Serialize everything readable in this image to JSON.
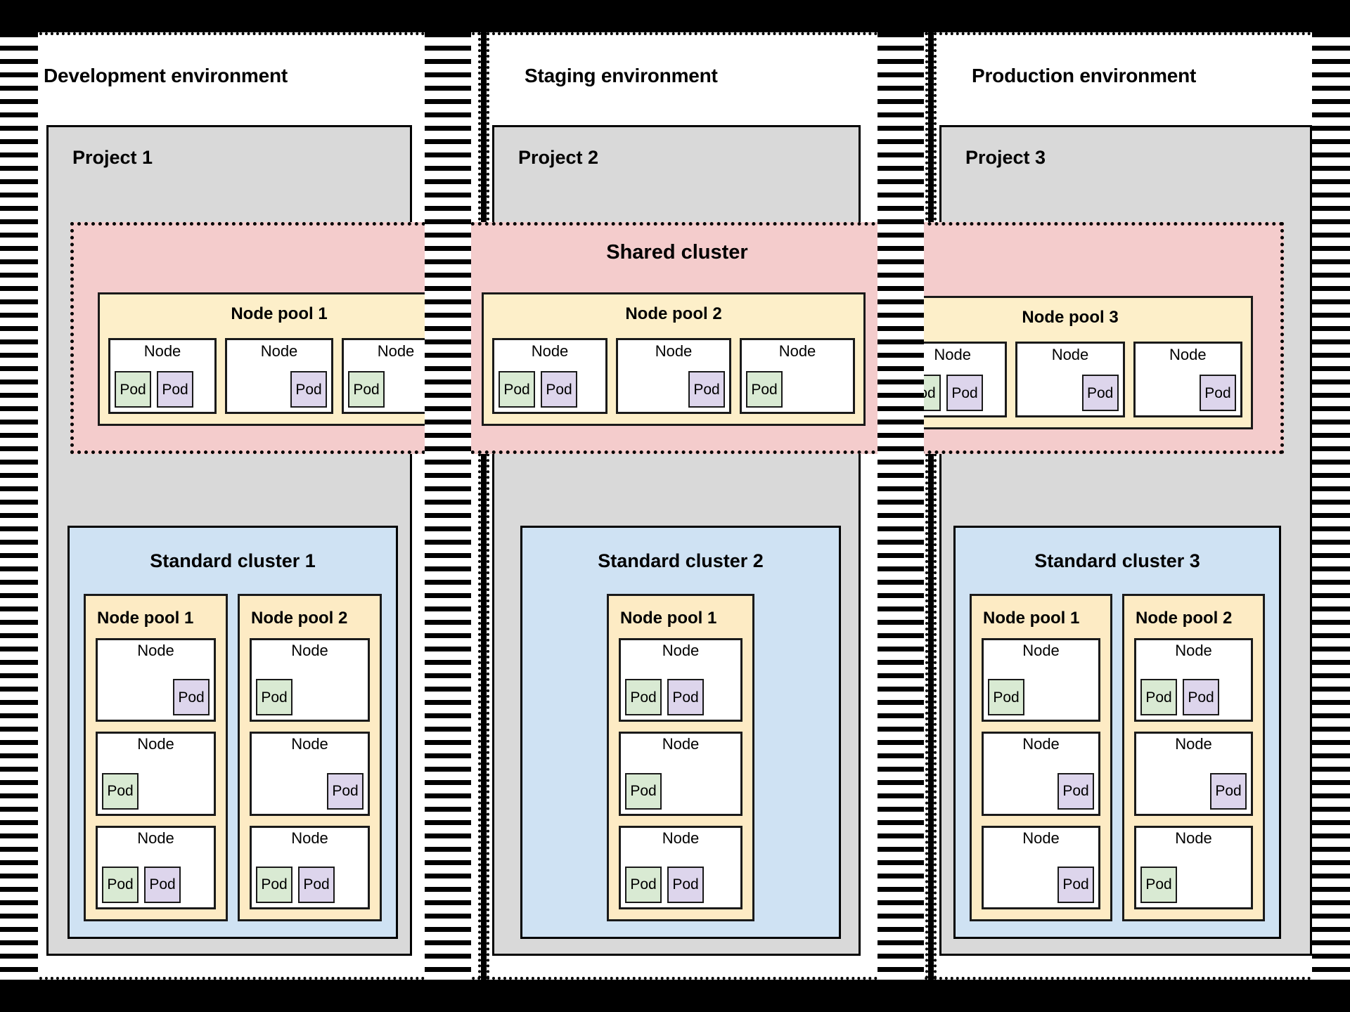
{
  "colors": {
    "background": "#000000",
    "environment_fill": "#ffffff",
    "project_fill": "#d9d9d9",
    "shared_cluster_fill": "#f4cccc",
    "standard_cluster_fill": "#cfe2f3",
    "node_pool_fill": "#fdebc4",
    "node_fill": "#ffffff",
    "pod_green": "#d9ead3",
    "pod_purple": "#ddd5ec",
    "stroke": "#000000"
  },
  "environments": [
    {
      "name": "environment-development",
      "title": "Development environment",
      "project": "Project 1"
    },
    {
      "name": "environment-staging",
      "title": "Staging environment",
      "project": "Project 2"
    },
    {
      "name": "environment-production",
      "title": "Production environment",
      "project": "Project 3"
    }
  ],
  "shared_cluster": {
    "title": "Shared cluster",
    "border_style": "dotted",
    "node_pools": [
      {
        "title": "Node pool 1",
        "nodes": [
          {
            "label": "Node",
            "align": "both",
            "pods": [
              {
                "label": "Pod",
                "color": "green"
              },
              {
                "label": "Pod",
                "color": "purple"
              }
            ]
          },
          {
            "label": "Node",
            "align": "right",
            "pods": [
              {
                "label": "Pod",
                "color": "purple"
              }
            ]
          },
          {
            "label": "Node",
            "align": "left",
            "pods": [
              {
                "label": "Pod",
                "color": "green"
              }
            ]
          }
        ]
      },
      {
        "title": "Node pool 2",
        "nodes": [
          {
            "label": "Node",
            "align": "both",
            "pods": [
              {
                "label": "Pod",
                "color": "green"
              },
              {
                "label": "Pod",
                "color": "purple"
              }
            ]
          },
          {
            "label": "Node",
            "align": "right",
            "pods": [
              {
                "label": "Pod",
                "color": "purple"
              }
            ]
          },
          {
            "label": "Node",
            "align": "left",
            "pods": [
              {
                "label": "Pod",
                "color": "green"
              }
            ]
          }
        ]
      },
      {
        "title": "Node pool 3",
        "nodes": [
          {
            "label": "Node",
            "align": "both",
            "pods": [
              {
                "label": "Pod",
                "color": "green"
              },
              {
                "label": "Pod",
                "color": "purple"
              }
            ]
          },
          {
            "label": "Node",
            "align": "right",
            "pods": [
              {
                "label": "Pod",
                "color": "purple"
              }
            ]
          },
          {
            "label": "Node",
            "align": "right",
            "pods": [
              {
                "label": "Pod",
                "color": "purple"
              }
            ]
          }
        ]
      }
    ]
  },
  "standard_clusters": [
    {
      "title": "Standard cluster 1",
      "node_pools": [
        {
          "title": "Node pool 1",
          "nodes": [
            {
              "label": "Node",
              "align": "right",
              "pods": [
                {
                  "label": "Pod",
                  "color": "purple"
                }
              ]
            },
            {
              "label": "Node",
              "align": "left",
              "pods": [
                {
                  "label": "Pod",
                  "color": "green"
                }
              ]
            },
            {
              "label": "Node",
              "align": "both",
              "pods": [
                {
                  "label": "Pod",
                  "color": "green"
                },
                {
                  "label": "Pod",
                  "color": "purple"
                }
              ]
            }
          ]
        },
        {
          "title": "Node pool 2",
          "nodes": [
            {
              "label": "Node",
              "align": "left",
              "pods": [
                {
                  "label": "Pod",
                  "color": "green"
                }
              ]
            },
            {
              "label": "Node",
              "align": "right",
              "pods": [
                {
                  "label": "Pod",
                  "color": "purple"
                }
              ]
            },
            {
              "label": "Node",
              "align": "both",
              "pods": [
                {
                  "label": "Pod",
                  "color": "green"
                },
                {
                  "label": "Pod",
                  "color": "purple"
                }
              ]
            }
          ]
        }
      ]
    },
    {
      "title": "Standard cluster 2",
      "node_pools": [
        {
          "title": "Node pool 1",
          "nodes": [
            {
              "label": "Node",
              "align": "both",
              "pods": [
                {
                  "label": "Pod",
                  "color": "green"
                },
                {
                  "label": "Pod",
                  "color": "purple"
                }
              ]
            },
            {
              "label": "Node",
              "align": "left",
              "pods": [
                {
                  "label": "Pod",
                  "color": "green"
                }
              ]
            },
            {
              "label": "Node",
              "align": "both",
              "pods": [
                {
                  "label": "Pod",
                  "color": "green"
                },
                {
                  "label": "Pod",
                  "color": "purple"
                }
              ]
            }
          ]
        }
      ]
    },
    {
      "title": "Standard cluster 3",
      "node_pools": [
        {
          "title": "Node pool 1",
          "nodes": [
            {
              "label": "Node",
              "align": "left",
              "pods": [
                {
                  "label": "Pod",
                  "color": "green"
                }
              ]
            },
            {
              "label": "Node",
              "align": "right",
              "pods": [
                {
                  "label": "Pod",
                  "color": "purple"
                }
              ]
            },
            {
              "label": "Node",
              "align": "right",
              "pods": [
                {
                  "label": "Pod",
                  "color": "purple"
                }
              ]
            }
          ]
        },
        {
          "title": "Node pool 2",
          "nodes": [
            {
              "label": "Node",
              "align": "both",
              "pods": [
                {
                  "label": "Pod",
                  "color": "green"
                },
                {
                  "label": "Pod",
                  "color": "purple"
                }
              ]
            },
            {
              "label": "Node",
              "align": "right",
              "pods": [
                {
                  "label": "Pod",
                  "color": "purple"
                }
              ]
            },
            {
              "label": "Node",
              "align": "left",
              "pods": [
                {
                  "label": "Pod",
                  "color": "green"
                }
              ]
            }
          ]
        }
      ]
    }
  ]
}
